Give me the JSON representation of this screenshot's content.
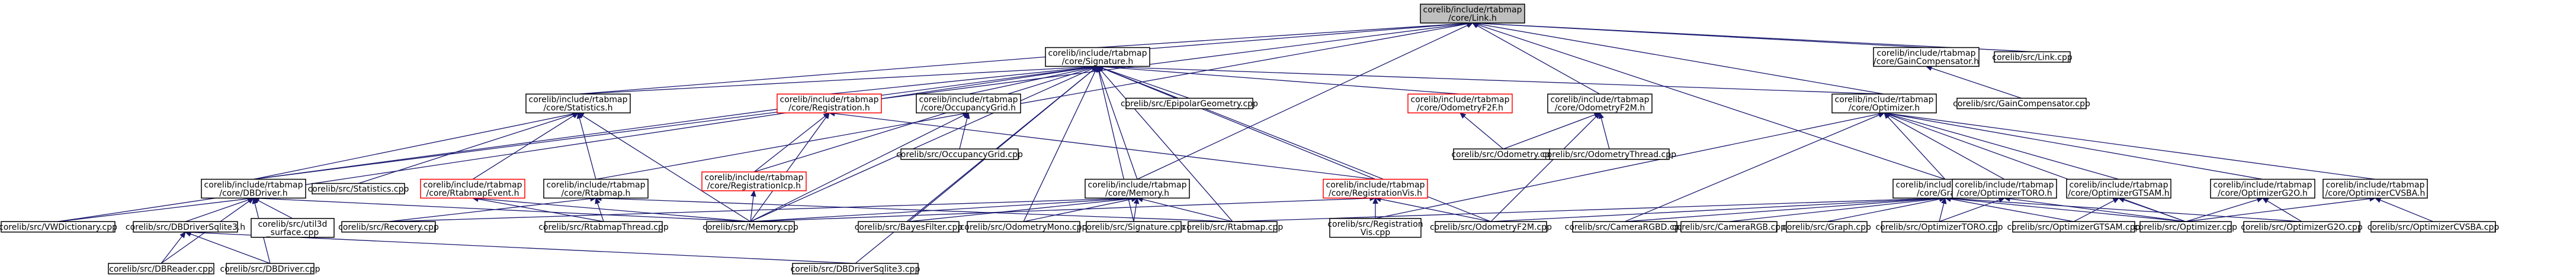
{
  "graph": {
    "title": "Include dependency graph for corelib/include/rtabmap/core/Link.h",
    "edge_color": "#191970",
    "root_fill": "#bfbfbf",
    "border_color": "#000000",
    "red_border": "#ff0000",
    "nodes": {
      "link_h": {
        "lines": [
          "corelib/include/rtabmap",
          "/core/Link.h"
        ]
      },
      "signature_h": {
        "lines": [
          "corelib/include/rtabmap",
          "/core/Signature.h"
        ]
      },
      "gaincomp_h": {
        "lines": [
          "corelib/include/rtabmap",
          "/core/GainCompensator.h"
        ]
      },
      "link_cpp": {
        "lines": [
          "corelib/src/Link.cpp"
        ]
      },
      "statistics_h": {
        "lines": [
          "corelib/include/rtabmap",
          "/core/Statistics.h"
        ]
      },
      "registration_h": {
        "lines": [
          "corelib/include/rtabmap",
          "/core/Registration.h"
        ]
      },
      "occgrid_h": {
        "lines": [
          "corelib/include/rtabmap",
          "/core/OccupancyGrid.h"
        ]
      },
      "epipolar_cpp": {
        "lines": [
          "corelib/src/EpipolarGeometry.cpp"
        ]
      },
      "odomf2f_h": {
        "lines": [
          "corelib/include/rtabmap",
          "/core/OdometryF2F.h"
        ]
      },
      "odomf2m_h": {
        "lines": [
          "corelib/include/rtabmap",
          "/core/OdometryF2M.h"
        ]
      },
      "optimizer_h": {
        "lines": [
          "corelib/include/rtabmap",
          "/core/Optimizer.h"
        ]
      },
      "gaincomp_cpp": {
        "lines": [
          "corelib/src/GainCompensator.cpp"
        ]
      },
      "dbdriver_h": {
        "lines": [
          "corelib/include/rtabmap",
          "/core/DBDriver.h"
        ]
      },
      "statistics_cpp": {
        "lines": [
          "corelib/src/Statistics.cpp"
        ]
      },
      "rtabmapevent_h": {
        "lines": [
          "corelib/include/rtabmap",
          "/core/RtabmapEvent.h"
        ]
      },
      "rtabmap_h": {
        "lines": [
          "corelib/include/rtabmap",
          "/core/Rtabmap.h"
        ]
      },
      "registrationicp_h": {
        "lines": [
          "corelib/include/rtabmap",
          "/core/RegistrationIcp.h"
        ]
      },
      "occgrid_cpp": {
        "lines": [
          "corelib/src/OccupancyGrid.cpp"
        ]
      },
      "memory_h": {
        "lines": [
          "corelib/include/rtabmap",
          "/core/Memory.h"
        ]
      },
      "registrationvis_h": {
        "lines": [
          "corelib/include/rtabmap",
          "/core/RegistrationVis.h"
        ]
      },
      "odometry_cpp": {
        "lines": [
          "corelib/src/Odometry.cpp"
        ]
      },
      "odomthread_cpp": {
        "lines": [
          "corelib/src/OdometryThread.cpp"
        ]
      },
      "graph_h": {
        "lines": [
          "corelib/include/rtabmap",
          "/core/Graph.h"
        ]
      },
      "optimizertoro_h": {
        "lines": [
          "corelib/include/rtabmap",
          "/core/OptimizerTORO.h"
        ]
      },
      "optimizergtsam_h": {
        "lines": [
          "corelib/include/rtabmap",
          "/core/OptimizerGTSAM.h"
        ]
      },
      "optimizerg2o_h": {
        "lines": [
          "corelib/include/rtabmap",
          "/core/OptimizerG2O.h"
        ]
      },
      "optimizercvsba_h": {
        "lines": [
          "corelib/include/rtabmap",
          "/core/OptimizerCVSBA.h"
        ]
      },
      "vwdictionary_cpp": {
        "lines": [
          "corelib/src/VWDictionary.cpp"
        ]
      },
      "dbdriversqlite3_h": {
        "lines": [
          "corelib/src/DBDriverSqlite3.h"
        ]
      },
      "util3d_surface_cpp": {
        "lines": [
          "corelib/src/util3d",
          "_surface.cpp"
        ]
      },
      "recovery_cpp": {
        "lines": [
          "corelib/src/Recovery.cpp"
        ]
      },
      "rtabmapthread_cpp": {
        "lines": [
          "corelib/src/RtabmapThread.cpp"
        ]
      },
      "memory_cpp": {
        "lines": [
          "corelib/src/Memory.cpp"
        ]
      },
      "bayesfilter_cpp": {
        "lines": [
          "corelib/src/BayesFilter.cpp"
        ]
      },
      "odommono_cpp": {
        "lines": [
          "corelib/src/OdometryMono.cpp"
        ]
      },
      "signature_cpp": {
        "lines": [
          "corelib/src/Signature.cpp"
        ]
      },
      "rtabmap_cpp": {
        "lines": [
          "corelib/src/Rtabmap.cpp"
        ]
      },
      "regvis_cpp": {
        "lines": [
          "corelib/src/Registration",
          "Vis.cpp"
        ]
      },
      "odomf2m_cpp": {
        "lines": [
          "corelib/src/OdometryF2M.cpp"
        ]
      },
      "camrgbd_cpp": {
        "lines": [
          "corelib/src/CameraRGBD.cpp"
        ]
      },
      "camrgb_cpp": {
        "lines": [
          "corelib/src/CameraRGB.cpp"
        ]
      },
      "graph_cpp": {
        "lines": [
          "corelib/src/Graph.cpp"
        ]
      },
      "optimizertoro_cpp": {
        "lines": [
          "corelib/src/OptimizerTORO.cpp"
        ]
      },
      "optimizergtsam_cpp": {
        "lines": [
          "corelib/src/OptimizerGTSAM.cpp"
        ]
      },
      "optimizer_cpp": {
        "lines": [
          "corelib/src/Optimizer.cpp"
        ]
      },
      "optimizerg2o_cpp": {
        "lines": [
          "corelib/src/OptimizerG2O.cpp"
        ]
      },
      "optimizercvsba_cpp": {
        "lines": [
          "corelib/src/OptimizerCVSBA.cpp"
        ]
      },
      "dbreader_cpp": {
        "lines": [
          "corelib/src/DBReader.cpp"
        ]
      },
      "dbdriver_cpp": {
        "lines": [
          "corelib/src/DBDriver.cpp"
        ]
      },
      "dbdriversqlite3_cpp": {
        "lines": [
          "corelib/src/DBDriverSqlite3.cpp"
        ]
      }
    }
  }
}
